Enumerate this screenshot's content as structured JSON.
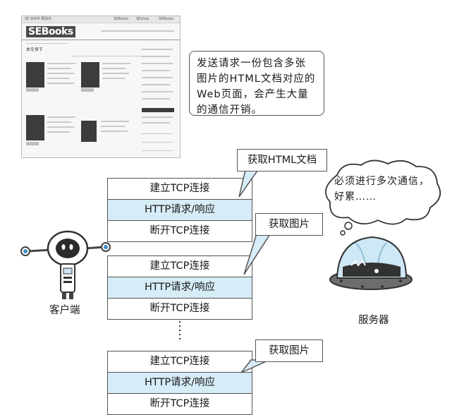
{
  "thumbnail": {
    "logo": "SEBooks",
    "heading": "本を探す",
    "top_left": "SE SHOP 翔泳社",
    "top_right_1": "SEBooks",
    "top_right_2": "SEshop",
    "top_right_3": "SEBooks"
  },
  "note_text": "发送请求一份包含多张图片的HTML文档对应的Web页面，会产生大量的通信开销。",
  "blocks": [
    {
      "rows": [
        "建立TCP连接",
        "HTTP请求/响应",
        "断开TCP连接"
      ],
      "callout": "获取HTML文档"
    },
    {
      "rows": [
        "建立TCP连接",
        "HTTP请求/响应",
        "断开TCP连接"
      ],
      "callout": "获取图片"
    },
    {
      "rows": [
        "建立TCP连接",
        "HTTP请求/响应",
        "断开TCP连接"
      ],
      "callout": "获取图片"
    }
  ],
  "client_label": "客户端",
  "server_label": "服务器",
  "server_thought": "必须进行多次通信，好累……"
}
